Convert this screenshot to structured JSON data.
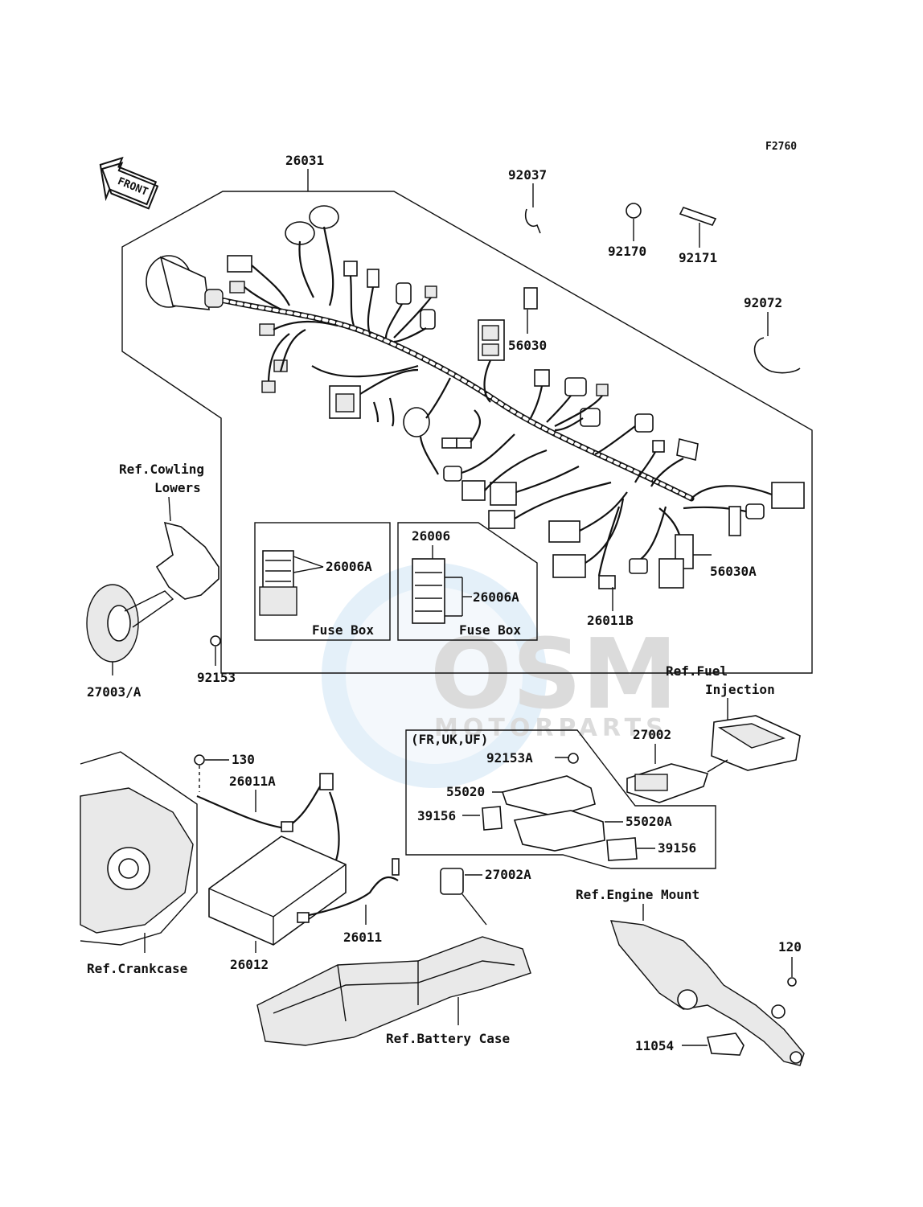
{
  "figure_code": "F2760",
  "front_arrow_label": "FRONT",
  "watermark": {
    "brand": "OSM",
    "sub": "MOTORPARTS"
  },
  "labels": {
    "p26031": "26031",
    "p92037": "92037",
    "p92170": "92170",
    "p92171": "92171",
    "p92072": "92072",
    "p56030": "56030",
    "p56030a": "56030A",
    "p26011b": "26011B",
    "p26006a_left": "26006A",
    "p26006": "26006",
    "p26006a_right": "26006A",
    "fuse_box_left": "Fuse Box",
    "fuse_box_right": "Fuse Box",
    "ref_cowling_1": "Ref.Cowling",
    "ref_cowling_2": "Lowers",
    "p27003a": "27003/A",
    "p92153": "92153",
    "ref_fuel_1": "Ref.Fuel",
    "ref_fuel_2": "Injection",
    "p27002": "27002",
    "region_note": "(FR,UK,UF)",
    "p92153a": "92153A",
    "p55020": "55020",
    "p39156_left": "39156",
    "p55020a": "55020A",
    "p39156_right": "39156",
    "p130": "130",
    "p26011a": "26011A",
    "p27002a": "27002A",
    "ref_engine_mount": "Ref.Engine Mount",
    "p120": "120",
    "ref_crankcase": "Ref.Crankcase",
    "p26012": "26012",
    "p26011": "26011",
    "ref_battery_case": "Ref.Battery Case",
    "p11054": "11054"
  }
}
